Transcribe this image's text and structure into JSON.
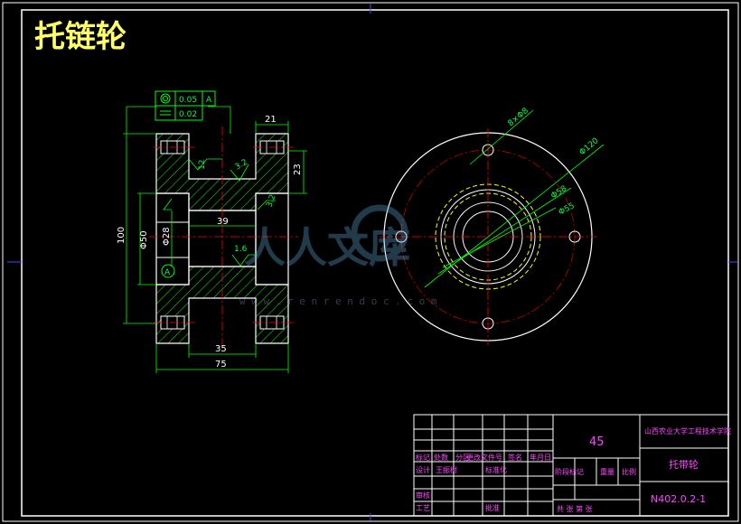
{
  "title": "托链轮",
  "tolerances": {
    "runout": "0.05",
    "datum": "A",
    "parallel": "0.02"
  },
  "dims": {
    "d21": "21",
    "d23": "23",
    "d12": "12",
    "d32": "3.2",
    "d32b": "3.2",
    "d39": "39",
    "d16": "1.6",
    "d100": "100",
    "d50": "Φ50",
    "d28": "Φ28",
    "d35": "35",
    "d75": "75",
    "holes": "8×Φ8",
    "d120": "Φ120",
    "d58": "Φ58",
    "d55": "Φ55",
    "datumA": "A"
  },
  "watermark": {
    "main": "人人文库",
    "url": "w w w . r e n r e n d o c . c o m"
  },
  "titleblock": {
    "material": "45",
    "school": "山西农业大学工程技术学院",
    "part": "托带轮",
    "code": "N402.0.2-1",
    "row_mark": [
      "标记",
      "处数",
      "分区",
      "更改文件号",
      "签名",
      "年月日"
    ],
    "row_design": [
      "设计",
      "王振树",
      "标准化"
    ],
    "stage": [
      "阶段标记",
      "重量",
      "比例"
    ],
    "review": "审核",
    "process": "工艺",
    "approve": "批准",
    "sheets": "共   张 第   张"
  },
  "colors": {
    "frame": "#0000ff",
    "outline": "#ffffff",
    "hatch": "#00ff00",
    "center": "#ff0000",
    "dash": "#ffff00",
    "text": "#ff44ff"
  }
}
